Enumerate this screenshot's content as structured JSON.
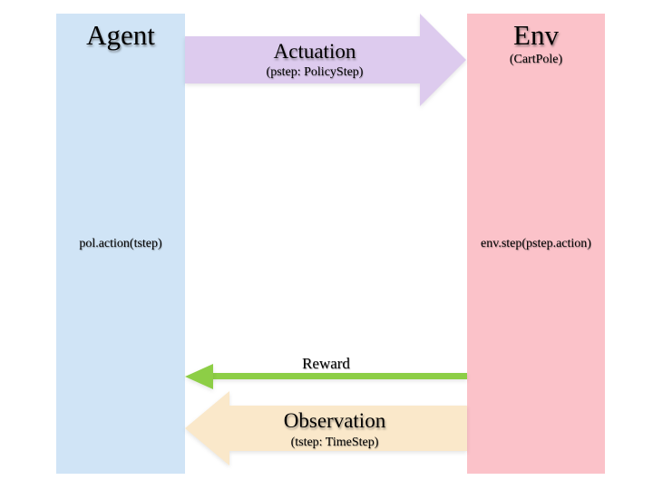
{
  "diagram": {
    "background": "#ffffff",
    "agent": {
      "title": "Agent",
      "code": "pol.action(tstep)",
      "color": "#d0e4f6"
    },
    "env": {
      "title": "Env",
      "subtitle": "(CartPole)",
      "code": "env.step(pstep.action)",
      "color": "#fbc2c9"
    },
    "arrows": {
      "actuation": {
        "label": "Actuation",
        "sublabel": "(pstep: PolicyStep)",
        "color": "#ddcbee",
        "direction": "right"
      },
      "reward": {
        "label": "Reward",
        "color": "#8dce46",
        "direction": "left"
      },
      "observation": {
        "label": "Observation",
        "sublabel": "(tstep: TimeStep)",
        "color": "#fae8ca",
        "direction": "left"
      }
    }
  }
}
